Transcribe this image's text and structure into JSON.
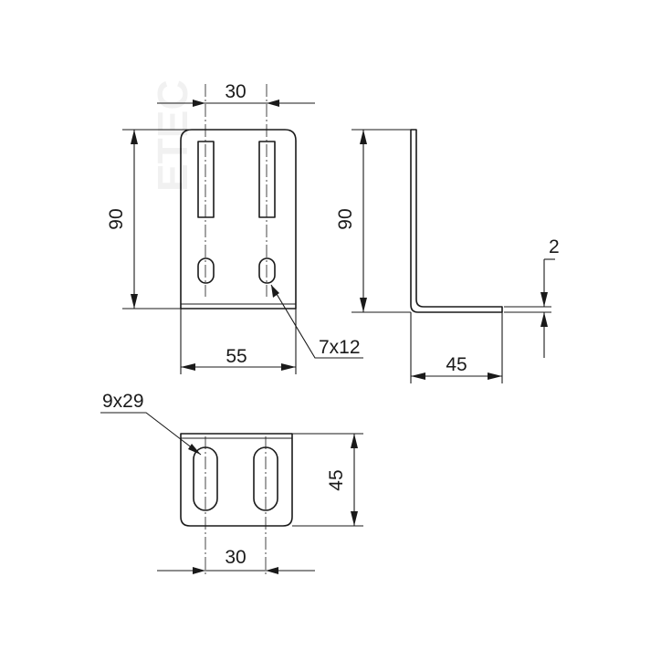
{
  "watermark": "ETEC",
  "front_view": {
    "slot_spacing": "30",
    "height": "90",
    "width": "55",
    "round_hole_size": "7x12"
  },
  "side_view": {
    "height": "90",
    "thickness": "2",
    "leg_length": "45"
  },
  "bottom_view": {
    "slot_size": "9x29",
    "depth": "45",
    "slot_spacing": "30"
  }
}
